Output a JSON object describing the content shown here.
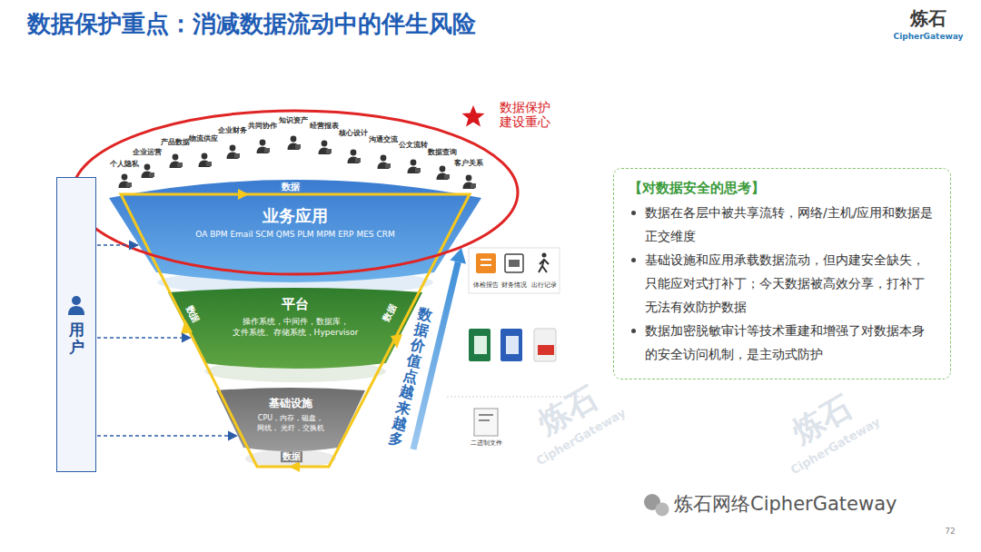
{
  "diagram": {
    "title": "数据保护重点：消减数据流动中的伴生风险",
    "nodes": [
      {
        "text": [
          "用户"
        ]
      },
      {
        "text": [
          "业务应用",
          "OA BPM Email SCM QMS PLM MPM ERP MES CRM"
        ]
      },
      {
        "text": [
          "平台",
          "操作系统，中间件，数据库， 文件系统、存储系统，Hypervisor"
        ]
      },
      {
        "text": [
          "基础设施",
          "CPU，内存，磁盘，网线， 光纤，交换机"
        ]
      },
      {
        "text": [
          "【对数据安全的思考】",
          "数据在各层中被共享流转，网络/主机/应用和数据是正交维度",
          "基础设施和应用承载数据流动，但内建安全缺失，只能应对式打补丁；今天数据被高效分享，打补丁无法有效防护数据",
          "数据加密脱敏审计等技术重建和增强了对数据本身的安全访问机制，是主动式防护"
        ]
      }
    ],
    "edges": [
      {
        "from": 0,
        "to": 1,
        "arrow": "to"
      },
      {
        "from": 0,
        "to": 2,
        "arrow": "to"
      },
      {
        "from": 0,
        "to": 3,
        "arrow": "to"
      }
    ],
    "labels": [
      "个人隐私",
      "企业运营",
      "产品数据",
      "物流供应",
      "企业财务",
      "共同协作",
      "知识资产",
      "经营报表",
      "核心设计",
      "沟通交流",
      "公文流转",
      "数据查询",
      "客户关系",
      "数据",
      "数据",
      "数据",
      "数据",
      "数据保护 建设重心",
      "数据价值点越来越多",
      "体检报告",
      "财务情况",
      "出行记录",
      "二进制文件",
      "炼石",
      "CipherGateway",
      "炼石网络CipherGateway",
      "72",
      "炼石",
      "CipherGateway",
      "炼石",
      "CipherGateway"
    ]
  }
}
